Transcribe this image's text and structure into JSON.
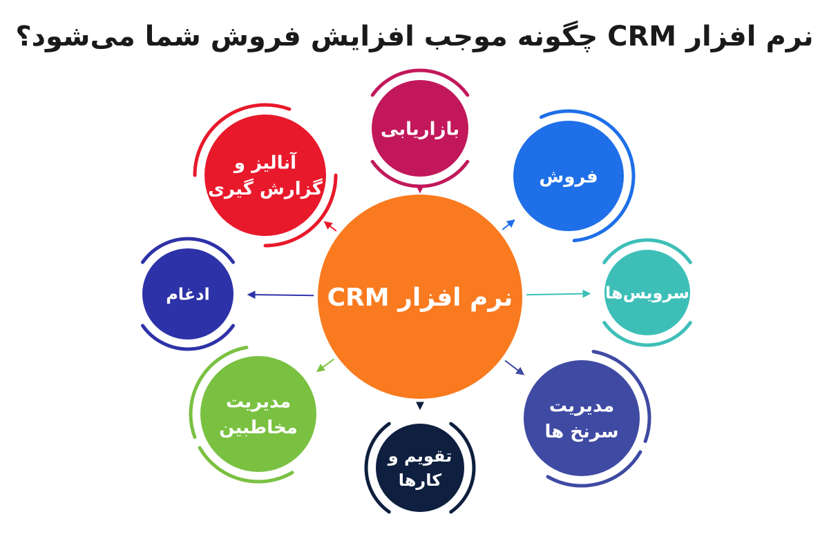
{
  "title": "نرم افزار CRM چگونه موجب افزایش فروش شما می‌شود؟",
  "center": {
    "lines": [
      "نرم افزار CRM"
    ],
    "color": "#f97a1f"
  },
  "nodes": [
    {
      "id": "marketing",
      "lines": [
        "بازاریابی"
      ],
      "color": "#c2185b"
    },
    {
      "id": "sales",
      "lines": [
        "فروش"
      ],
      "color": "#1e6fe8"
    },
    {
      "id": "services",
      "lines": [
        "سرویس‌ها"
      ],
      "color": "#3dbfb8"
    },
    {
      "id": "leads",
      "lines": [
        "مدیریت",
        "سرنخ ها"
      ],
      "color": "#3f4aa3"
    },
    {
      "id": "calendar",
      "lines": [
        "تقویم و",
        "کارها"
      ],
      "color": "#0e1f3f"
    },
    {
      "id": "contacts",
      "lines": [
        "مدیریت",
        "مخاطبین"
      ],
      "color": "#7ac142"
    },
    {
      "id": "integration",
      "lines": [
        "ادغام"
      ],
      "color": "#2e32a8"
    },
    {
      "id": "analytics",
      "lines": [
        "آنالیز و",
        "گزارش گیری"
      ],
      "color": "#e8192b"
    }
  ]
}
